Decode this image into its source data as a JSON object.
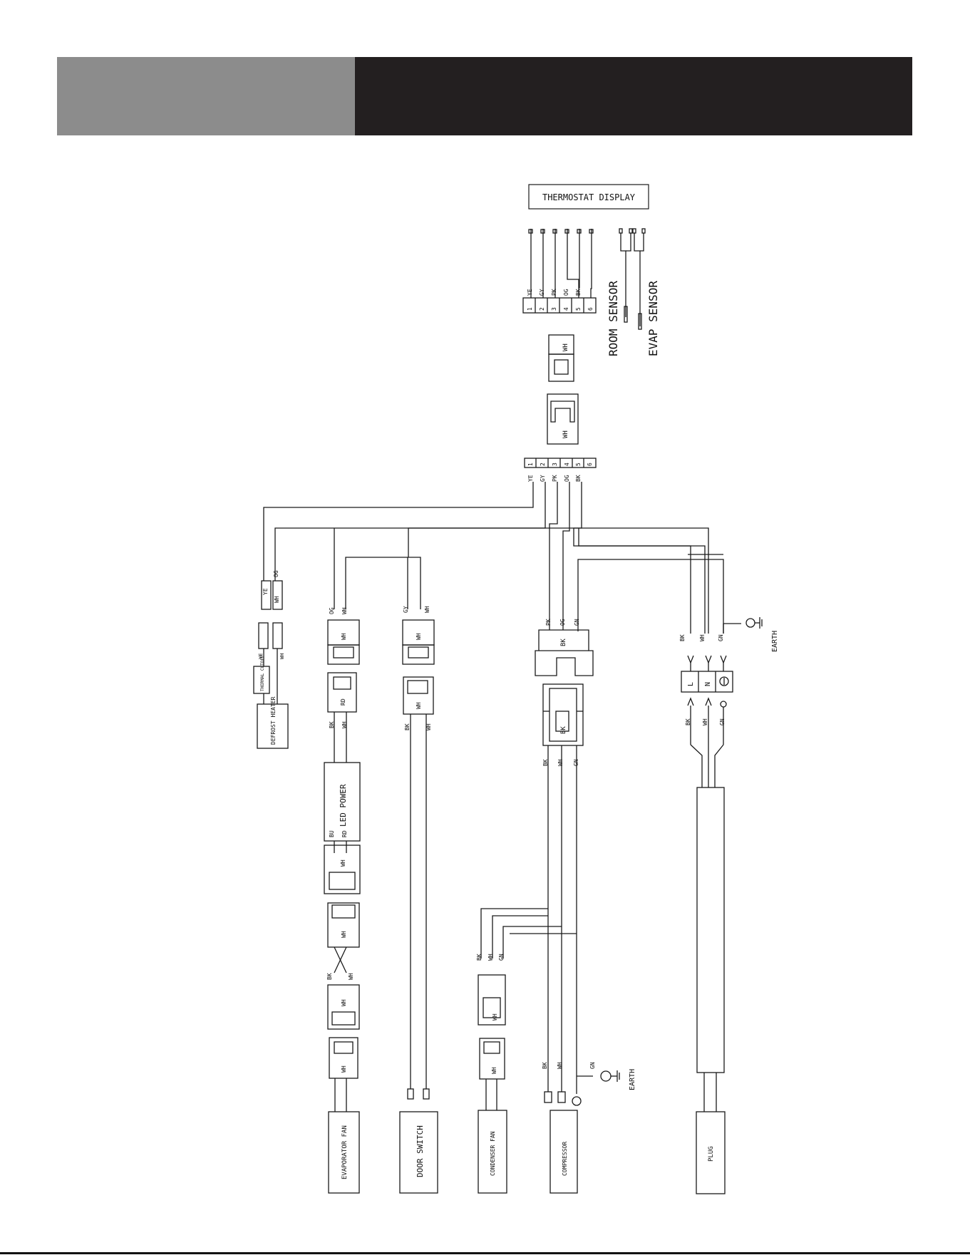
{
  "components": {
    "thermostat_display": "THERMOSTAT DISPLAY",
    "room_sensor": "ROOM SENSOR",
    "evap_sensor": "EVAP SENSOR",
    "defrost_heater": "DEFROST HEATER",
    "thermal_cutoff": "THERMAL CUTOFF",
    "led_power": "LED POWER",
    "evaporator_fan": "EVAPORATOR FAN",
    "door_switch": "DOOR SWITCH",
    "condenser_fan": "CONDENSER FAN",
    "compressor": "COMPRESSOR",
    "plug": "PLUG",
    "earth": "EARTH"
  },
  "terminal": {
    "L": "L",
    "N": "N"
  },
  "connector_color": {
    "WH": "WH",
    "BK": "BK",
    "RD": "RD"
  },
  "pins": [
    "1",
    "2",
    "3",
    "4",
    "5",
    "6"
  ],
  "pin_wires": [
    "YE",
    "GY",
    "PK",
    "OG",
    "BK"
  ],
  "wire": {
    "YE": "YE",
    "OG": "OG",
    "WH": "WH",
    "GY": "GY",
    "PK": "PK",
    "GN": "GN",
    "BK": "BK",
    "RD": "RD",
    "BU": "BU"
  }
}
